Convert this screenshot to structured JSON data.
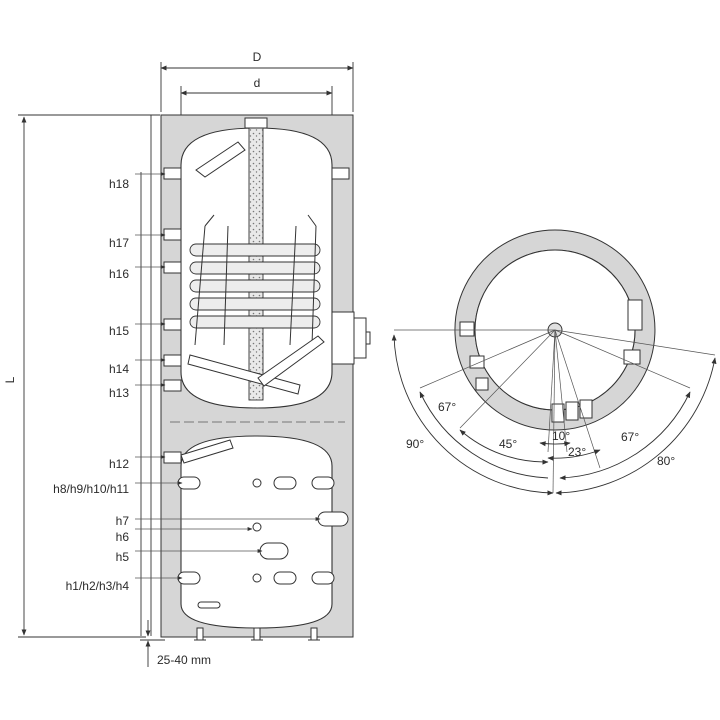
{
  "dimensions": {
    "outer_diameter": "D",
    "inner_diameter": "d",
    "length": "L",
    "foot_clearance": "25-40 mm"
  },
  "height_labels": [
    "h18",
    "h17",
    "h16",
    "h15",
    "h14",
    "h13",
    "h12",
    "h8/h9/h10/h11",
    "h7",
    "h6",
    "h5",
    "h1/h2/h3/h4"
  ],
  "angle_labels": {
    "a67_left": "67°",
    "a90": "90°",
    "a45": "45°",
    "a10": "10°",
    "a23": "23°",
    "a67_right": "67°",
    "a80": "80°"
  }
}
